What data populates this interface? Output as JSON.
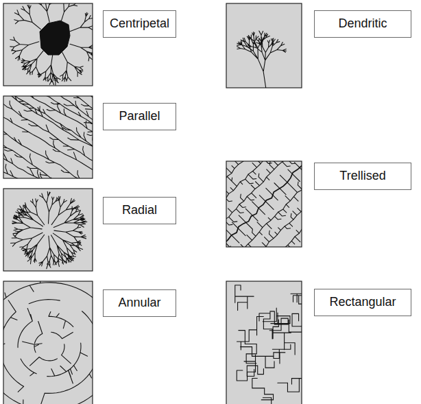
{
  "diagram": {
    "nodes": [
      {
        "text": [
          "Centripetal"
        ]
      },
      {
        "text": [
          "Dendritic"
        ]
      },
      {
        "text": [
          "Parallel"
        ]
      },
      {
        "text": [
          "Trellised"
        ]
      },
      {
        "text": [
          "Radial"
        ]
      },
      {
        "text": [
          "Annular"
        ]
      },
      {
        "text": [
          "Rectangular"
        ]
      }
    ]
  }
}
